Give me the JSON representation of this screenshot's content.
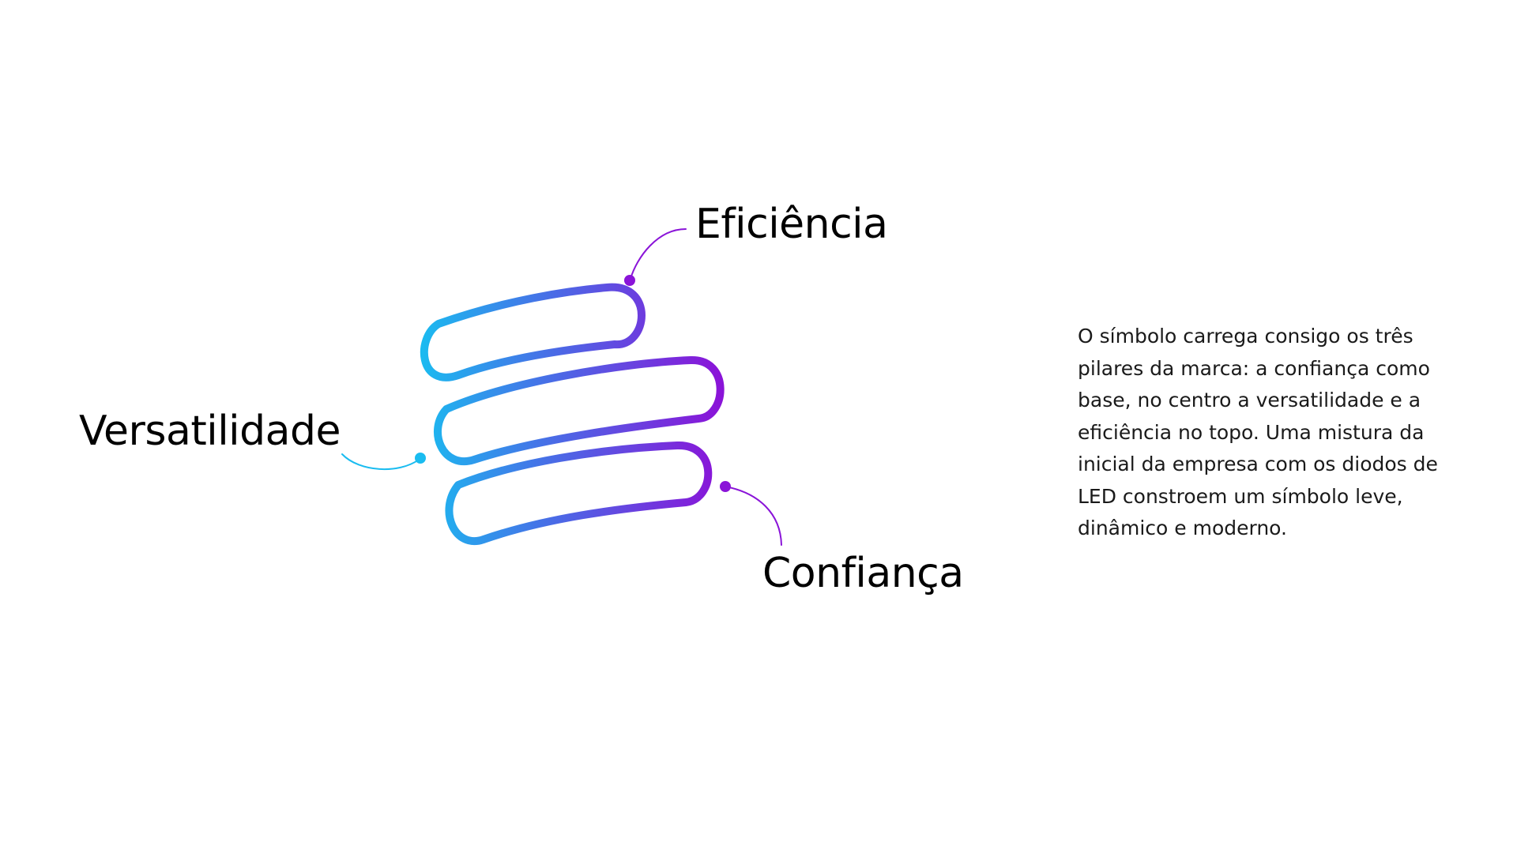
{
  "pillars": {
    "top": "Eficiência",
    "middle": "Versatilidade",
    "bottom": "Confiança"
  },
  "description_lines": [
    "O símbolo carrega consigo os três",
    "pilares da marca: a confiança como",
    "base, no centro a versatilidade e a",
    "eficiência no topo. Uma mistura da",
    "inicial da empresa com os diodos de",
    "LED constroem um símbolo leve,",
    "dinâmico e moderno."
  ],
  "colors": {
    "gradient_start": "#1ABCF0",
    "gradient_mid": "#4A6BE6",
    "gradient_end": "#8A14D8",
    "connector_purple": "#8A14D8",
    "connector_cyan": "#1ABCF0",
    "text": "#000000"
  }
}
